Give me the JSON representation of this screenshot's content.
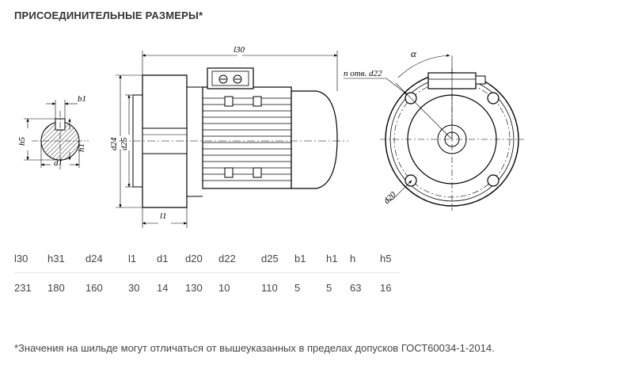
{
  "title": "ПРИСОЕДИНИТЕЛЬНЫЕ РАЗМЕРЫ*",
  "drawing": {
    "labels": {
      "l30": "l30",
      "b1": "b1",
      "h5": "h5",
      "h1": "h1",
      "d1": "d1",
      "d24": "d24",
      "d25": "d25",
      "l1": "l1",
      "alpha": "α",
      "holes": "n отв. d22",
      "d20": "d20"
    }
  },
  "table": {
    "headers": [
      "l30",
      "h31",
      "d24",
      "l1",
      "d1",
      "d20",
      "d22",
      "d25",
      "b1",
      "h1",
      "h",
      "h5"
    ],
    "values": [
      "231",
      "180",
      "160",
      "30",
      "14",
      "130",
      "10",
      "110",
      "5",
      "5",
      "63",
      "16"
    ]
  },
  "footnote": "*Значения на шильде могут отличаться от вышеуказанных в пределах допусков ГОСТ60034-1-2014."
}
